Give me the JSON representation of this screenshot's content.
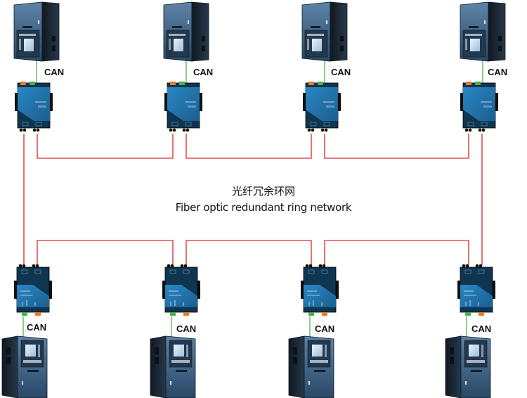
{
  "title": {
    "chinese": "光纤冗余环网",
    "english": "Fiber optic redundant ring network"
  },
  "link_label": "CAN",
  "colors": {
    "fiber": "#e05050",
    "can_wire": "#5cb85c",
    "gateway_body": "#1f6fa8",
    "gateway_dark": "#0f3550",
    "cabinet_front": "#4d7396",
    "cabinet_side": "#1c2a3a"
  },
  "top_row": [
    {
      "name": "top-node-1",
      "label": "CAN"
    },
    {
      "name": "top-node-2",
      "label": "CAN"
    },
    {
      "name": "top-node-3",
      "label": "CAN"
    },
    {
      "name": "top-node-4",
      "label": "CAN"
    }
  ],
  "bottom_row": [
    {
      "name": "bottom-node-1",
      "label": "CAN"
    },
    {
      "name": "bottom-node-2",
      "label": "CAN"
    },
    {
      "name": "bottom-node-3",
      "label": "CAN"
    },
    {
      "name": "bottom-node-4",
      "label": "CAN"
    }
  ]
}
